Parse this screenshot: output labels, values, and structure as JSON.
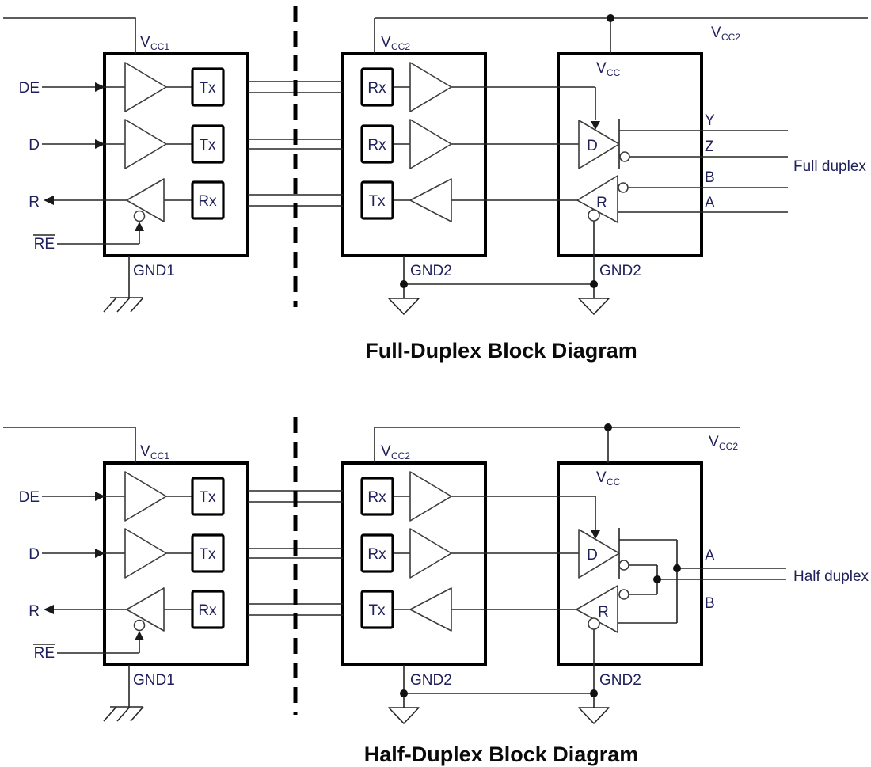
{
  "page": {
    "background": "#ffffff"
  },
  "colors": {
    "wire": "#262626",
    "block_border": "#000000",
    "label_text": "#20205c",
    "title_text": "#0a0a0a"
  },
  "diagrams": [
    {
      "title": "Full-Duplex Block Diagram",
      "mode_label": "Full duplex",
      "logic_block": {
        "supply": "V",
        "supply_sub": "CC1",
        "ground": "GND1",
        "pins": {
          "de": "DE",
          "d": "D",
          "r": "R",
          "re": "RE"
        },
        "channels": [
          "Tx",
          "Tx",
          "Rx"
        ]
      },
      "isolated_block": {
        "supply": "V",
        "supply_sub": "CC2",
        "ground": "GND2",
        "channels": [
          "Rx",
          "Rx",
          "Tx"
        ]
      },
      "transceiver_block": {
        "rail": "V",
        "rail_sub": "CC2",
        "supply": "V",
        "supply_sub": "CC",
        "ground": "GND2",
        "driver": "D",
        "receiver": "R",
        "pins": [
          "Y",
          "Z",
          "B",
          "A"
        ]
      }
    },
    {
      "title": "Half-Duplex Block Diagram",
      "mode_label": "Half duplex",
      "logic_block": {
        "supply": "V",
        "supply_sub": "CC1",
        "ground": "GND1",
        "pins": {
          "de": "DE",
          "d": "D",
          "r": "R",
          "re": "RE"
        },
        "channels": [
          "Tx",
          "Tx",
          "Rx"
        ]
      },
      "isolated_block": {
        "supply": "V",
        "supply_sub": "CC2",
        "ground": "GND2",
        "channels": [
          "Rx",
          "Rx",
          "Tx"
        ]
      },
      "transceiver_block": {
        "rail": "V",
        "rail_sub": "CC2",
        "supply": "V",
        "supply_sub": "CC",
        "ground": "GND2",
        "driver": "D",
        "receiver": "R",
        "pins": [
          "A",
          "B"
        ]
      }
    }
  ]
}
